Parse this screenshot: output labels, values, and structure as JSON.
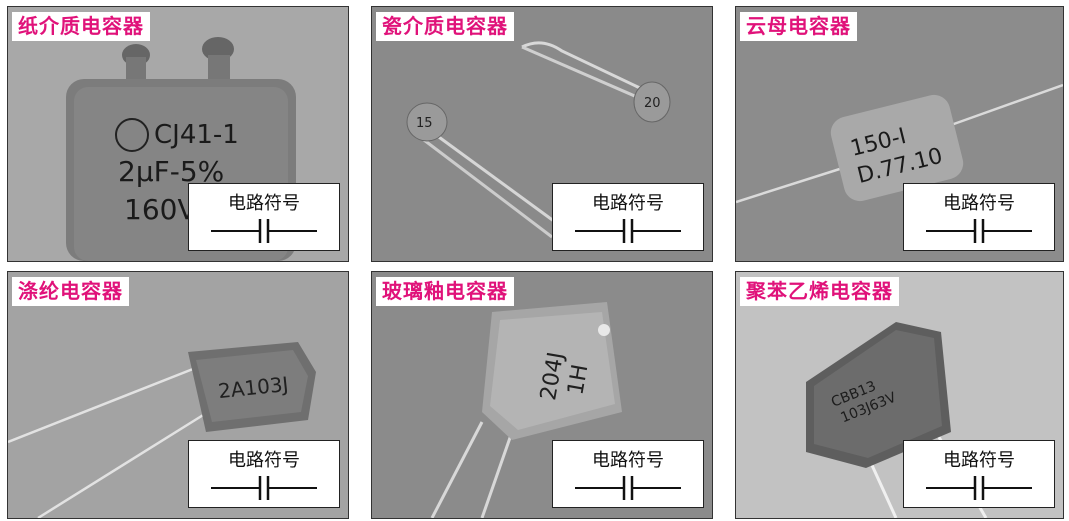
{
  "symbol_label": "电路符号",
  "panels": [
    {
      "title": "纸介质电容器",
      "markings": [
        "CJ41-1",
        "2μF-5%",
        "160V"
      ]
    },
    {
      "title": "瓷介质电容器",
      "markings": [
        "15",
        "20"
      ]
    },
    {
      "title": "云母电容器",
      "markings": [
        "150-I",
        "D.77.10"
      ]
    },
    {
      "title": "涤纶电容器",
      "markings": [
        "2A103J"
      ]
    },
    {
      "title": "玻璃釉电容器",
      "markings": [
        "204J",
        "1H"
      ]
    },
    {
      "title": "聚苯乙烯电容器",
      "markings": [
        "CBB13",
        "103J63V"
      ]
    }
  ],
  "colors": {
    "title_text": "#e0127a",
    "title_bg": "#ffffff"
  }
}
